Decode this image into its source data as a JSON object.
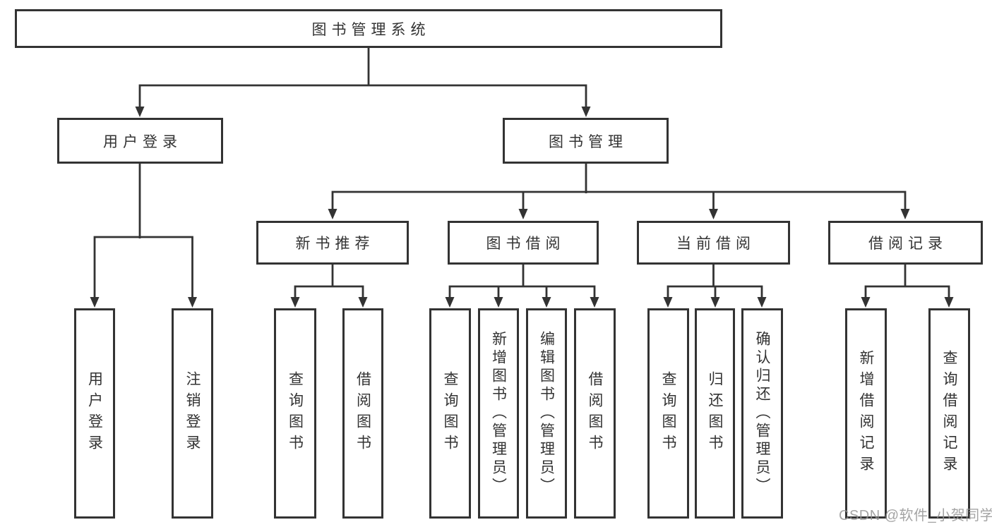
{
  "diagram": {
    "type": "tree-structure-chart",
    "colors": {
      "line": "#333333",
      "text": "#333333",
      "box_fill": "#ffffff",
      "watermark": "#949494"
    },
    "nodes": {
      "level1": "图书管理系统",
      "level2": [
        "用户登录",
        "图书管理"
      ],
      "level3": [
        "新书推荐",
        "图书借阅",
        "当前借阅",
        "借阅记录"
      ],
      "level4": [
        "用户登录",
        "注销登录",
        "查询图书",
        "借阅图书",
        "查询图书",
        "新增图书（管理员）",
        "编辑图书（管理员）",
        "借阅图书",
        "查询图书",
        "归还图书",
        "确认归还（管理员）",
        "新增借阅记录",
        "查询借阅记录"
      ]
    },
    "watermark": "CSDN @软件_小贺同学"
  }
}
